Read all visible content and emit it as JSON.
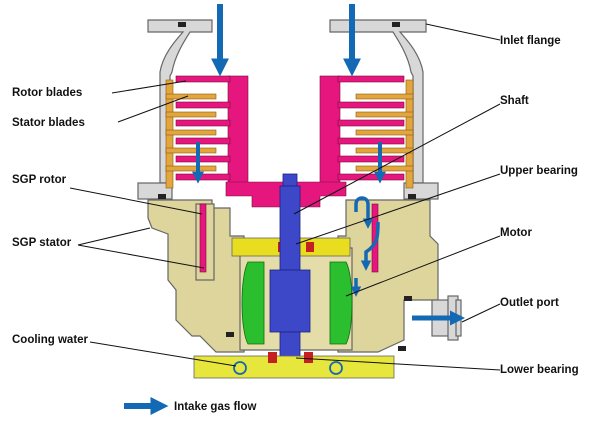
{
  "labels": {
    "inlet_flange": "Inlet flange",
    "rotor_blades": "Rotor blades",
    "stator_blades": "Stator blades",
    "shaft": "Shaft",
    "sgp_rotor": "SGP rotor",
    "upper_bearing": "Upper bearing",
    "sgp_stator": "SGP stator",
    "motor": "Motor",
    "outlet_port": "Outlet port",
    "cooling_water": "Cooling water",
    "lower_bearing": "Lower bearing"
  },
  "legend": {
    "intake_gas_flow": "Intake gas flow"
  },
  "colors": {
    "housing": "#D8D8D8",
    "base": "#DDD59B",
    "rotor": "#E5177E",
    "stator_blade": "#E3A63E",
    "shaft": "#3D48C9",
    "motor": "#2BBE2E",
    "upper_bearing": "#E8DE1F",
    "bearing_accent": "#C42020",
    "cooling_base": "#E6E63C",
    "flow_arrow": "#1469B5"
  }
}
